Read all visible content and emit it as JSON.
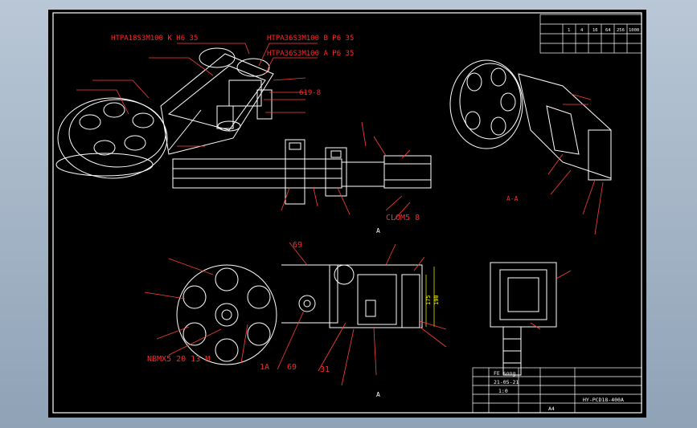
{
  "colors": {
    "background": "#000000",
    "frame": "#ffffff",
    "annotation": "#ff2a2a",
    "leader": "#ff4040",
    "part": "#ffffff",
    "dimension": "#ffff00",
    "viewport": "#a3b3c4"
  },
  "drawing": {
    "iso_labels": {
      "belt_top": "HTPA18S3M100 K H6 35",
      "belt_b": "HTPA36S3M100 B P6 35",
      "belt_a": "HTPA36S3M100 A P6 35",
      "bearing": "619-8"
    },
    "side_labels": {
      "clamp": "CLOM5 8",
      "section": "A"
    },
    "front_labels": {
      "key": "NBMX5 20 13 M",
      "item_1a": "1A",
      "item_31": "31",
      "item_69a": "69",
      "item_69b": "69",
      "section": "A"
    },
    "view_label": "A-A",
    "dims": [
      "175",
      "190"
    ]
  },
  "title_block": {
    "drawn_by": "FE song",
    "date": "21-05-21",
    "scale": "1:0",
    "drawing_no": "HY-PCD18-400A",
    "sheet": "A4"
  },
  "param_table": {
    "columns": [
      "1",
      "4",
      "16",
      "64",
      "256",
      "1000"
    ]
  }
}
